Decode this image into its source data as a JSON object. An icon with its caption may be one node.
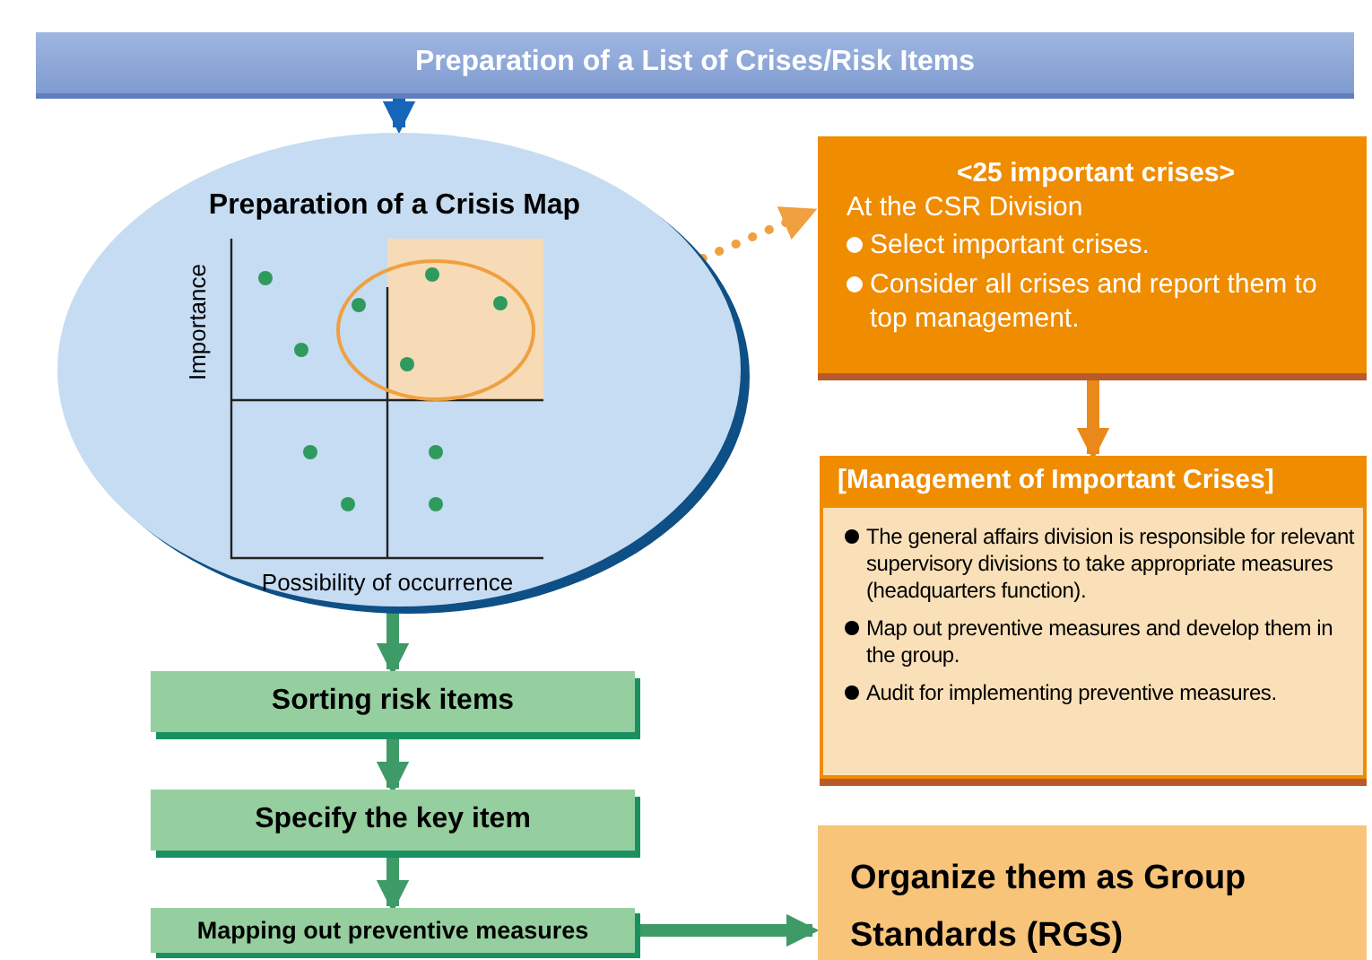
{
  "diagram": {
    "nodes": [
      {
        "text": [
          "Preparation of a List of Crises/Risk Items"
        ]
      },
      {
        "text": [
          "Preparation of a Crisis Map",
          "Importance",
          "Possibility of occurrence"
        ]
      },
      {
        "text": [],
        "shape": "circle",
        "in": 1
      },
      {
        "text": [
          "<25 important crises>",
          "At the CSR Division",
          "Select important crises.",
          "Consider all crises and report them to top management."
        ]
      },
      {
        "text": [
          "[Management of Important Crises]",
          "The general affairs division is responsible for relevant supervisory divisions to take appropriate measures (headquarters function).",
          "Map out preventive measures and develop them in the group.",
          "Audit for implementing preventive measures."
        ]
      },
      {
        "text": [
          "Sorting risk items"
        ]
      },
      {
        "text": [
          "Specify the key item"
        ]
      },
      {
        "text": [
          "Mapping out preventive measures"
        ]
      },
      {
        "text": [
          "Organize them as Group Standards (RGS)"
        ]
      }
    ],
    "edges": [
      {
        "from": 0,
        "to": 1,
        "arrow": "to",
        "color": "#1565b8"
      },
      {
        "from": 2,
        "to": 3,
        "arrow": "to",
        "style": "dashed",
        "color": "#f0a040"
      },
      {
        "from": 3,
        "to": 4,
        "arrow": "to",
        "color": "#e8891a"
      },
      {
        "from": 1,
        "to": 5,
        "arrow": "to"
      },
      {
        "from": 5,
        "to": 6,
        "arrow": "to"
      },
      {
        "from": 6,
        "to": 7,
        "arrow": "to"
      },
      {
        "from": 7,
        "to": 8,
        "arrow": "to"
      }
    ]
  }
}
